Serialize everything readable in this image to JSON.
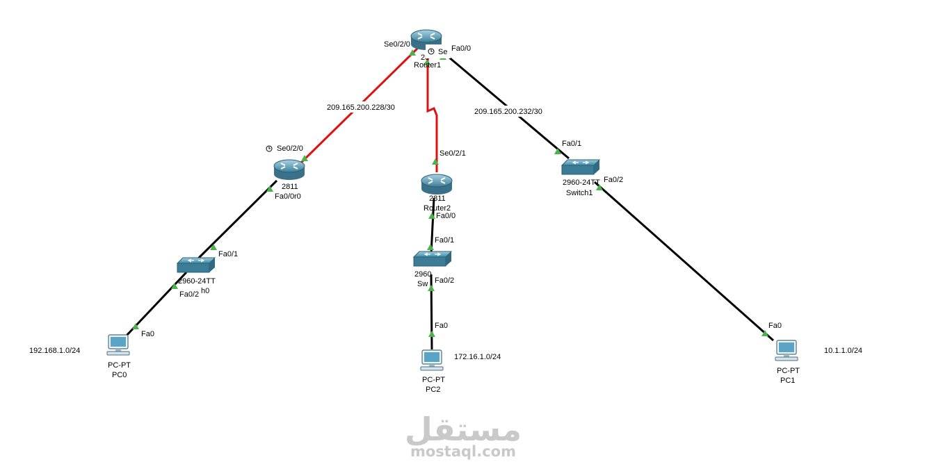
{
  "networks": {
    "left_serial": "209.165.200.228/30",
    "right_link": "209.165.200.232/30",
    "lan_pc0": "192.168.1.0/24",
    "lan_pc2": "172.16.1.0/24",
    "lan_pc1": "10.1.1.0/24"
  },
  "devices": {
    "router1": {
      "model": "28",
      "name": "Router1"
    },
    "router0": {
      "model": "2811",
      "name": "r0"
    },
    "router2": {
      "model": "2811",
      "name": "Router2"
    },
    "switch0": {
      "model": "2960-24TT",
      "name": "h0"
    },
    "switch2": {
      "model": "2960",
      "name": "Sw"
    },
    "switch1": {
      "model": "2960-24TT",
      "name": "Switch1"
    },
    "pc0": {
      "model": "PC-PT",
      "name": "PC0"
    },
    "pc2": {
      "model": "PC-PT",
      "name": "PC2"
    },
    "pc1": {
      "model": "PC-PT",
      "name": "PC1"
    }
  },
  "ports": {
    "r1_se020": "Se0/2/0",
    "r1_se": "Se",
    "r1_fa00": "Fa0/0",
    "r0_se020": "Se0/2/0",
    "r0_fa00": "Fa0/0",
    "r2_se021": "Se0/2/1",
    "r2_fa00": "Fa0/0",
    "s0_fa01": "Fa0/1",
    "s0_fa02": "Fa0/2",
    "pc0_fa0": "Fa0",
    "s2_fa01": "Fa0/1",
    "s2_fa02": "Fa0/2",
    "pc2_fa0": "Fa0",
    "s1_fa01": "Fa0/1",
    "s1_fa02": "Fa0/2",
    "pc1_fa0": "Fa0"
  },
  "colors": {
    "serial_link": "#e01010",
    "ethernet_link": "#000000",
    "link_up": "#4cb34a",
    "device_body": "#4a8ea8"
  },
  "watermark": {
    "arabic": "مستقل",
    "latin": "mostaql.com"
  }
}
